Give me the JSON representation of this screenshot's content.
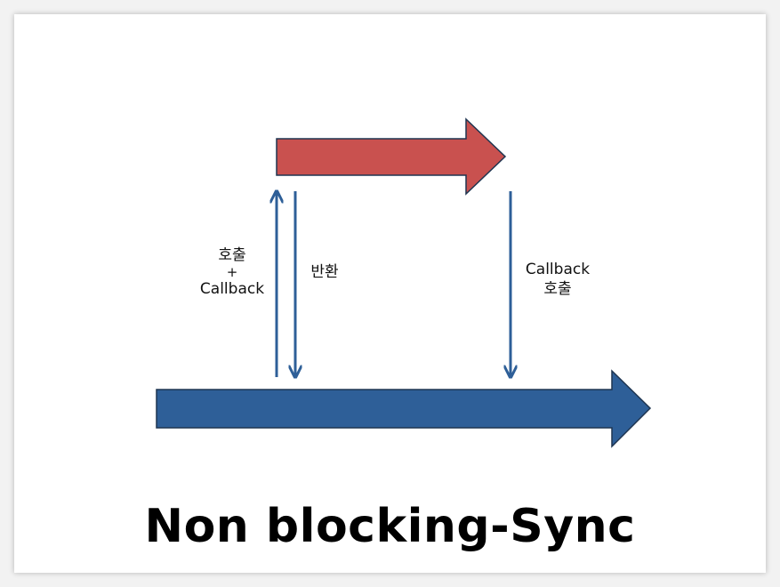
{
  "labels": {
    "call_callback": {
      "line1": "호출",
      "line2": "+",
      "line3": "Callback"
    },
    "return": "반환",
    "callback_call": {
      "line1": "Callback",
      "line2": "호출"
    }
  },
  "title": "Non blocking-Sync",
  "colors": {
    "main_thread_arrow": "#2e5f98",
    "worker_arrow": "#c9514f",
    "connector": "#2e5f98",
    "outline": "#1f3550"
  }
}
